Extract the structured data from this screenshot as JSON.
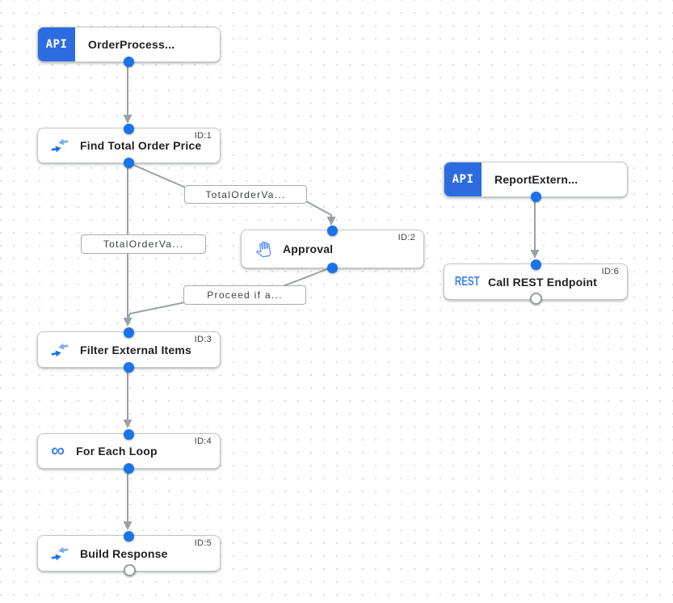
{
  "diagram": {
    "nodes": [
      {
        "key": "order-trigger",
        "kind": "api_trigger",
        "badge": "API",
        "label": "OrderProcess...",
        "id_label": ""
      },
      {
        "key": "find-total-order-price",
        "kind": "task",
        "icon": "data-mapping-icon",
        "label": "Find Total Order Price",
        "id_label": "ID:1"
      },
      {
        "key": "approval",
        "kind": "task",
        "icon": "hand-icon",
        "label": "Approval",
        "id_label": "ID:2"
      },
      {
        "key": "filter-external-items",
        "kind": "task",
        "icon": "data-mapping-icon",
        "label": "Filter External Items",
        "id_label": "ID:3"
      },
      {
        "key": "for-each-loop",
        "kind": "task",
        "icon": "infinity-icon",
        "label": "For Each Loop",
        "id_label": "ID:4"
      },
      {
        "key": "build-response",
        "kind": "task",
        "icon": "data-mapping-icon",
        "label": "Build Response",
        "id_label": "ID:5"
      },
      {
        "key": "report-trigger",
        "kind": "api_trigger",
        "badge": "API",
        "label": "ReportExtern...",
        "id_label": ""
      },
      {
        "key": "call-rest-endpoint",
        "kind": "task",
        "icon": "rest-icon",
        "icon_text": "REST",
        "label": "Call REST Endpoint",
        "id_label": "ID:6"
      }
    ],
    "edges": [
      {
        "from": "OrderProcess...",
        "to": "Find Total Order Price",
        "label": ""
      },
      {
        "from": "Find Total Order Price",
        "to": "Filter External Items",
        "label": "TotalOrderVa..."
      },
      {
        "from": "Find Total Order Price",
        "to": "Approval",
        "label": "TotalOrderVa..."
      },
      {
        "from": "Approval",
        "to": "Filter External Items",
        "label": "Proceed if a..."
      },
      {
        "from": "Filter External Items",
        "to": "For Each Loop",
        "label": ""
      },
      {
        "from": "For Each Loop",
        "to": "Build Response",
        "label": ""
      },
      {
        "from": "ReportExtern...",
        "to": "Call REST Endpoint",
        "label": ""
      }
    ],
    "colors": {
      "canvas_dot": "#dfdfdf",
      "edge": "#9aa0a6",
      "port": "#1a73e8",
      "trigger_badge": "#2d6be0",
      "icon_blue": "#4285f4",
      "node_border": "#c4c8cc",
      "title_text": "#202124"
    }
  }
}
